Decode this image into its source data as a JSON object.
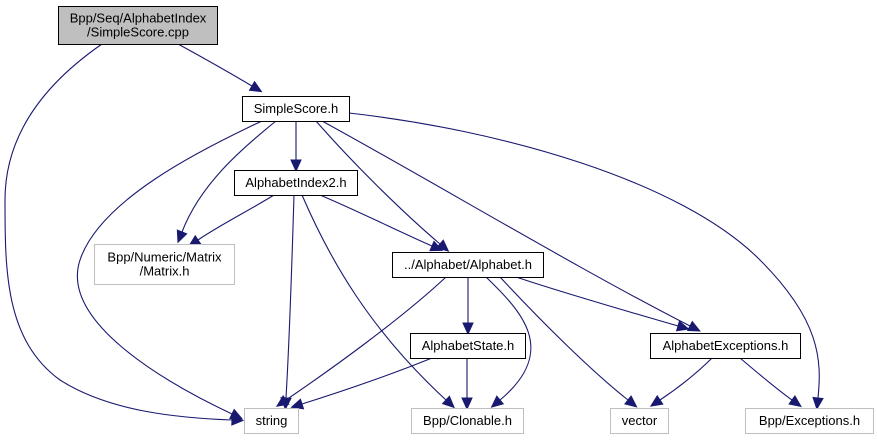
{
  "diagram": {
    "type": "include-dependency-graph",
    "edge_color": "#191970",
    "nodes": [
      {
        "id": "simplescore_cpp",
        "lines": [
          "Bpp/Seq/AlphabetIndex",
          "/SimpleScore.cpp"
        ],
        "style": "main"
      },
      {
        "id": "simplescore_h",
        "lines": [
          "SimpleScore.h"
        ],
        "style": "documented"
      },
      {
        "id": "alphabetindex2_h",
        "lines": [
          "AlphabetIndex2.h"
        ],
        "style": "documented"
      },
      {
        "id": "matrix_h",
        "lines": [
          "Bpp/Numeric/Matrix",
          "/Matrix.h"
        ],
        "style": "external"
      },
      {
        "id": "alphabet_h",
        "lines": [
          "../Alphabet/Alphabet.h"
        ],
        "style": "documented"
      },
      {
        "id": "alphabetstate_h",
        "lines": [
          "AlphabetState.h"
        ],
        "style": "documented"
      },
      {
        "id": "alphabetexceptions_h",
        "lines": [
          "AlphabetExceptions.h"
        ],
        "style": "documented"
      },
      {
        "id": "string",
        "lines": [
          "string"
        ],
        "style": "external"
      },
      {
        "id": "clonable_h",
        "lines": [
          "Bpp/Clonable.h"
        ],
        "style": "external"
      },
      {
        "id": "vector",
        "lines": [
          "vector"
        ],
        "style": "external"
      },
      {
        "id": "exceptions_h",
        "lines": [
          "Bpp/Exceptions.h"
        ],
        "style": "external"
      }
    ],
    "edges": [
      {
        "from": "simplescore_cpp",
        "to": "simplescore_h"
      },
      {
        "from": "simplescore_cpp",
        "to": "string"
      },
      {
        "from": "simplescore_h",
        "to": "alphabetindex2_h"
      },
      {
        "from": "simplescore_h",
        "to": "matrix_h"
      },
      {
        "from": "simplescore_h",
        "to": "string"
      },
      {
        "from": "simplescore_h",
        "to": "alphabet_h"
      },
      {
        "from": "simplescore_h",
        "to": "alphabetexceptions_h"
      },
      {
        "from": "simplescore_h",
        "to": "exceptions_h"
      },
      {
        "from": "alphabetindex2_h",
        "to": "matrix_h"
      },
      {
        "from": "alphabetindex2_h",
        "to": "alphabet_h"
      },
      {
        "from": "alphabetindex2_h",
        "to": "string"
      },
      {
        "from": "alphabetindex2_h",
        "to": "clonable_h"
      },
      {
        "from": "alphabet_h",
        "to": "alphabetstate_h"
      },
      {
        "from": "alphabet_h",
        "to": "string"
      },
      {
        "from": "alphabet_h",
        "to": "clonable_h"
      },
      {
        "from": "alphabet_h",
        "to": "vector"
      },
      {
        "from": "alphabet_h",
        "to": "alphabetexceptions_h"
      },
      {
        "from": "alphabetstate_h",
        "to": "string"
      },
      {
        "from": "alphabetstate_h",
        "to": "clonable_h"
      },
      {
        "from": "alphabetexceptions_h",
        "to": "vector"
      },
      {
        "from": "alphabetexceptions_h",
        "to": "exceptions_h"
      }
    ]
  }
}
